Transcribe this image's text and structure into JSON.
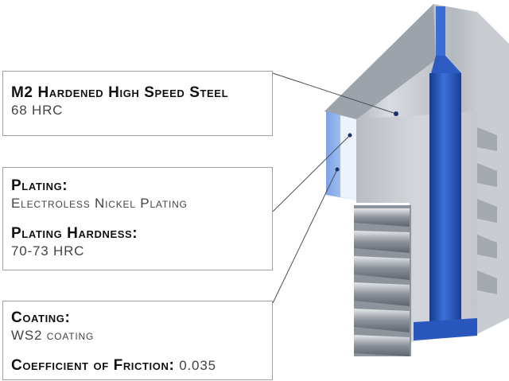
{
  "labels": {
    "steel": {
      "title": "M2 Hardened High Speed Steel",
      "value": "68 HRC"
    },
    "plating": {
      "title": "Plating:",
      "value": "Electroless Nickel Plating",
      "hardness_title": "Plating Hardness:",
      "hardness_value": "70-73 HRC"
    },
    "coating": {
      "title": "Coating:",
      "value": "WS2 coating",
      "friction_title": "Coefficient of Friction:",
      "friction_value": "0.035"
    }
  },
  "colors": {
    "steel_light": "#dcdfe3",
    "steel_mid": "#a9aeb5",
    "steel_dark": "#6e747c",
    "bore_blue": "#1f4fb5",
    "plating_blue": "#8fb3ee",
    "leader_line": "#4a4f57"
  }
}
